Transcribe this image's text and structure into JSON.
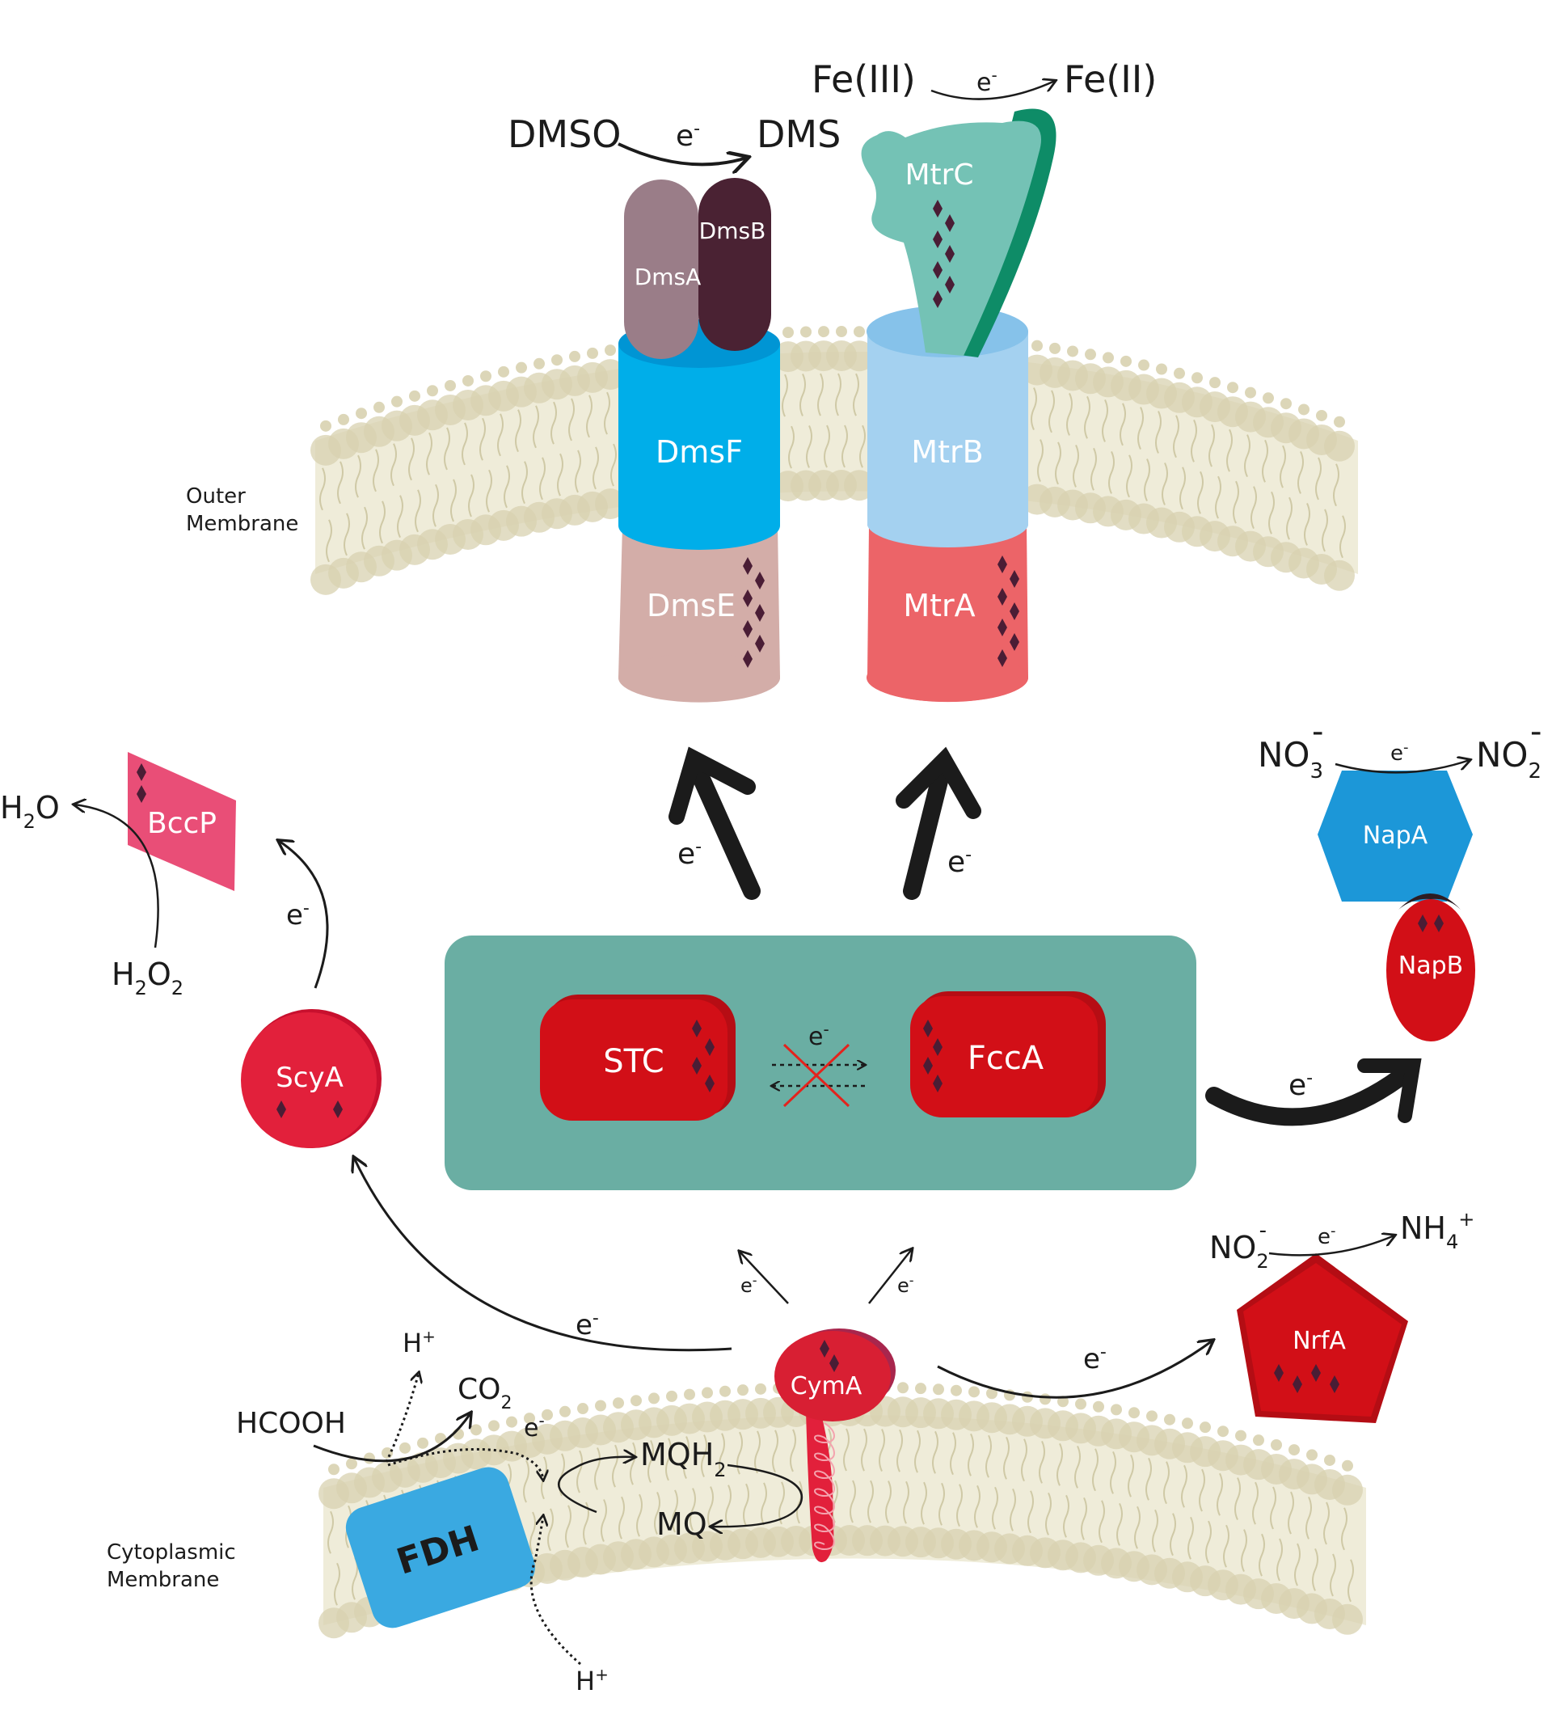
{
  "membranes": {
    "outer_label_line1": "Outer",
    "outer_label_line2": "Membrane",
    "inner_label_line1": "Cytoplasmic",
    "inner_label_line2": "Membrane"
  },
  "proteins": {
    "dmsa": "DmsA",
    "dmsb": "DmsB",
    "dmsf": "DmsF",
    "dmse": "DmsE",
    "mtrc": "MtrC",
    "mtrb": "MtrB",
    "mtra": "MtrA",
    "stc": "STC",
    "fcca": "FccA",
    "scya": "ScyA",
    "bccp": "BccP",
    "napa": "NapA",
    "napb": "NapB",
    "nrfa": "NrfA",
    "cyma": "CymA",
    "fdh": "FDH"
  },
  "reactions": {
    "dmso": "DMSO",
    "dms": "DMS",
    "fe3": "Fe(III)",
    "fe2": "Fe(II)",
    "no3_base": "NO",
    "no3_sub": "3",
    "no3_sup": "-",
    "no2_base": "NO",
    "no2_sub": "2",
    "no2_sup": "-",
    "no2b_base": "NO",
    "no2b_sub": "2",
    "no2b_sup": "-",
    "nh4_base": "NH",
    "nh4_sub": "4",
    "nh4_sup": "+",
    "h2o_h": "H",
    "h2o_sub": "2",
    "h2o_o": "O",
    "h2o2_h": "H",
    "h2o2_sub1": "2",
    "h2o2_o": "O",
    "h2o2_sub2": "2",
    "hcooh": "HCOOH",
    "co2_base": "CO",
    "co2_sub": "2",
    "hplus_top": "H",
    "hplus_bottom": "H",
    "plus": "+",
    "mqh2_base": "MQH",
    "mqh2_sub": "2",
    "mq": "MQ"
  },
  "electron": {
    "base": "e",
    "sup": "-"
  },
  "colors": {
    "membrane": "#e8e4cc",
    "head": "#d8d2b0",
    "periplasm_box": "#6aaea3",
    "heme_red": "#d20f17",
    "dmsf_blue": "#00a9e6",
    "mtrb_blue": "#8cc6ea",
    "mtra_red": "#ec6468",
    "dmse_pink": "#d3ada8",
    "mtrc_teal": "#74c2b5",
    "fdh_blue": "#3aa9e1",
    "heme_dot": "#4a1d35"
  }
}
